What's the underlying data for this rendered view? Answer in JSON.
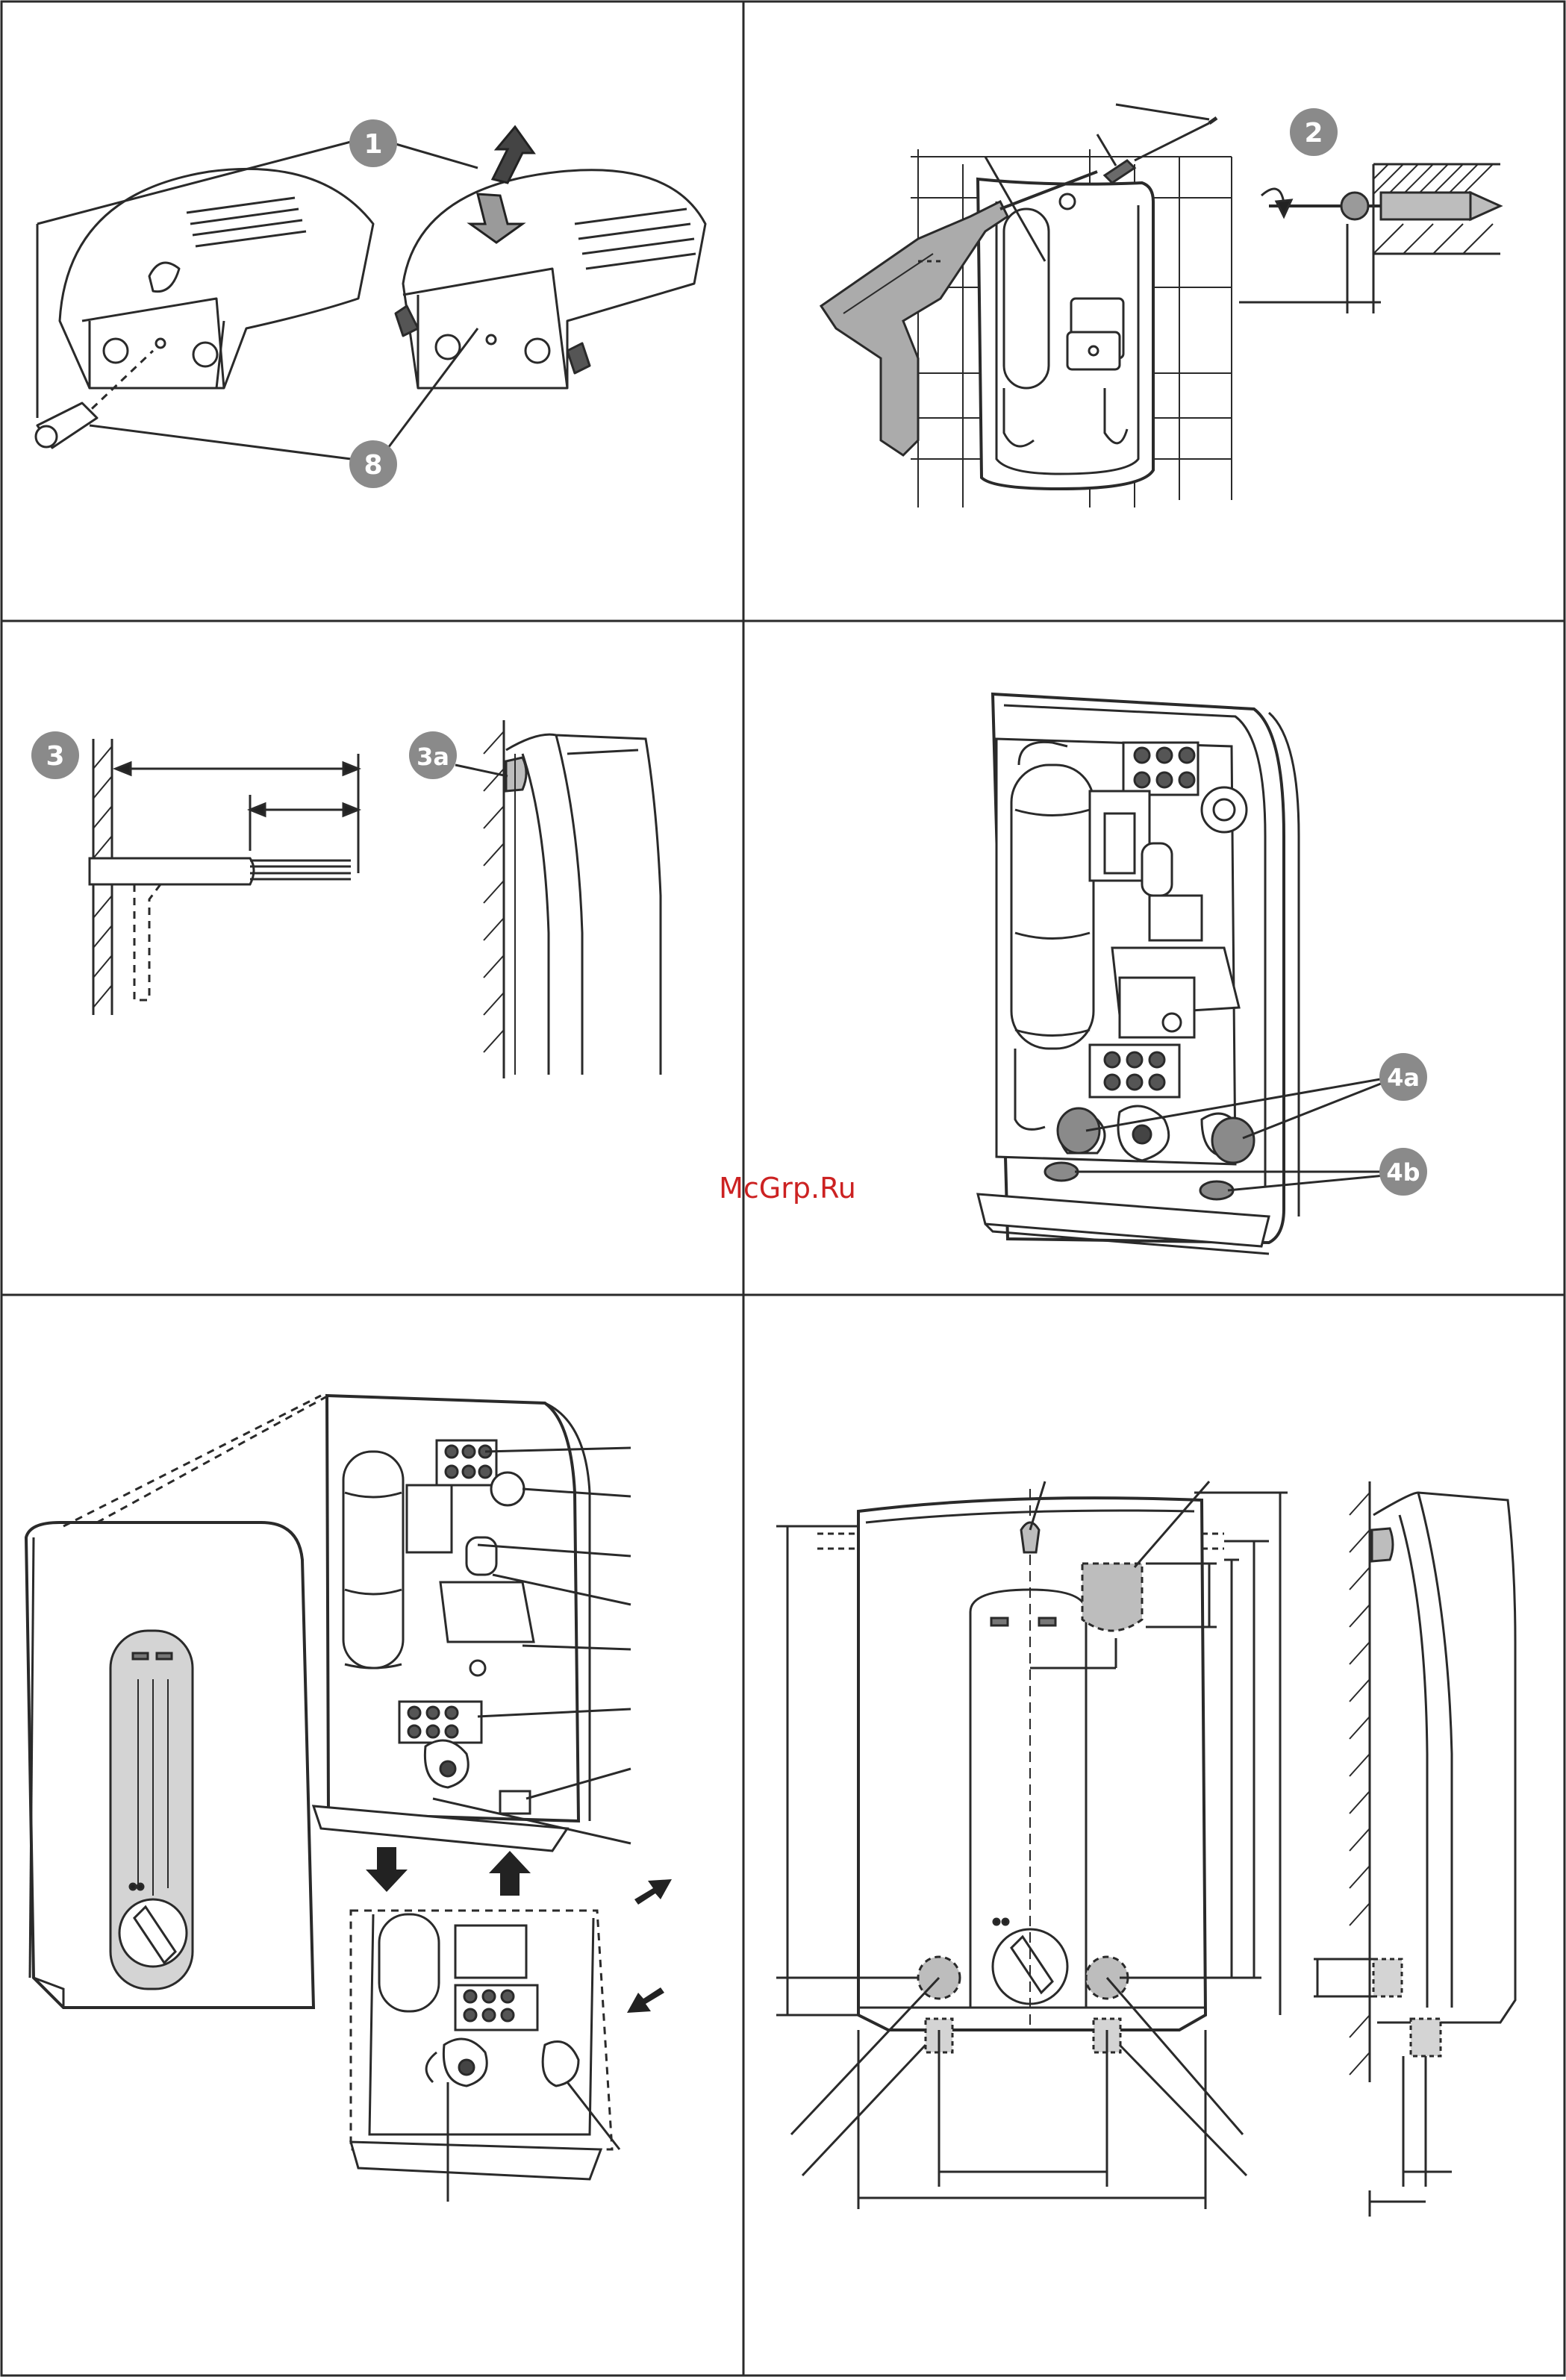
{
  "badges": {
    "b1": "1",
    "b8": "8",
    "b2": "2",
    "b3": "3",
    "b3a": "3a",
    "b4a": "4a",
    "b4b": "4b"
  },
  "watermark": "McGrp.Ru",
  "colors": {
    "line": "#2a2a2a",
    "badge": "#8a8a8a",
    "badge_text": "#ffffff",
    "watermark": "#cc2222",
    "shade": "#bdbdbd",
    "panel": "#d4d4d4"
  }
}
